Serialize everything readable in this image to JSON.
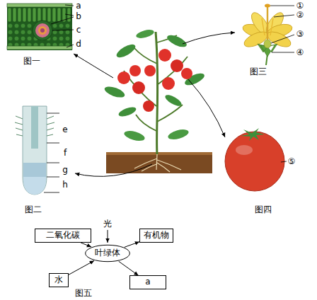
{
  "diagram": {
    "nodes": [
      {
        "text": [
          "二氧化碳"
        ]
      },
      {
        "text": [
          "有机物"
        ]
      },
      {
        "text": [
          "叶绿体"
        ]
      },
      {
        "text": [
          "水"
        ]
      },
      {
        "text": [
          "a"
        ]
      }
    ],
    "edges": [
      {
        "from": 0,
        "to": 2,
        "arrow": "to"
      },
      {
        "from": 2,
        "to": 1,
        "arrow": "to"
      },
      {
        "from": 3,
        "to": 2,
        "arrow": "to"
      },
      {
        "from": 2,
        "to": 4,
        "arrow": "to"
      }
    ],
    "labels": [
      "a",
      "b",
      "c",
      "d",
      "图一",
      "①",
      "②",
      "③",
      "④",
      "图三",
      "e",
      "f",
      "g",
      "h",
      "图二",
      "⑤",
      "图四",
      "光",
      "图五"
    ]
  }
}
